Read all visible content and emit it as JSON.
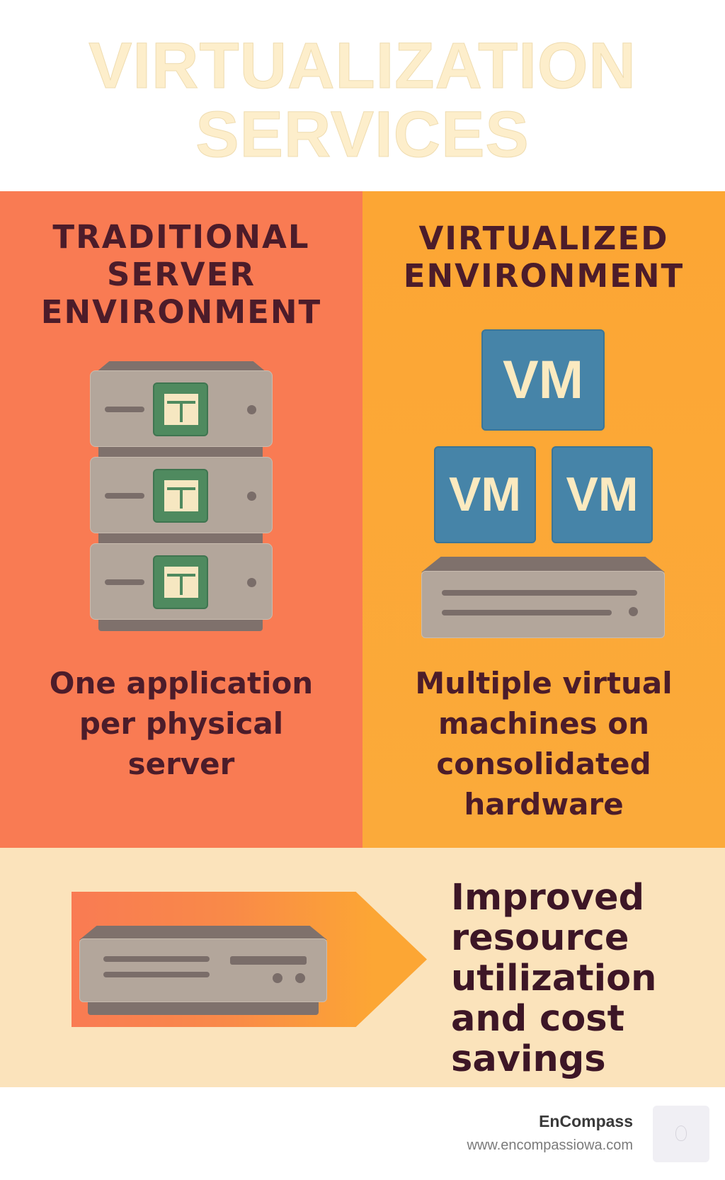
{
  "title": {
    "line1": "VIRTUALIZATION",
    "line2": "SERVICES"
  },
  "traditional": {
    "heading": [
      "TRADITIONAL",
      "SERVER",
      "ENVIRONMENT"
    ],
    "caption": [
      "One application",
      "per physical",
      "server"
    ]
  },
  "virtualized": {
    "heading": [
      "VIRTUALIZED",
      "ENVIRONMENT"
    ],
    "vm_labels": [
      "VM",
      "VM",
      "VM"
    ],
    "caption": [
      "Multiple virtual",
      "machines on",
      "consolidated",
      "hardware"
    ]
  },
  "benefit": {
    "lines": [
      "Improved",
      "resource",
      "utilization",
      "and cost",
      "savings"
    ]
  },
  "footer": {
    "brand": "EnCompass",
    "url": "www.encompassiowa.com"
  },
  "colors": {
    "traditional_bg": "#f97b53",
    "virtualized_bg": "#fca634",
    "band_bg": "#fbe3bb",
    "vm_blue": "#4684a8",
    "text_dark": "#4c1c2a"
  }
}
